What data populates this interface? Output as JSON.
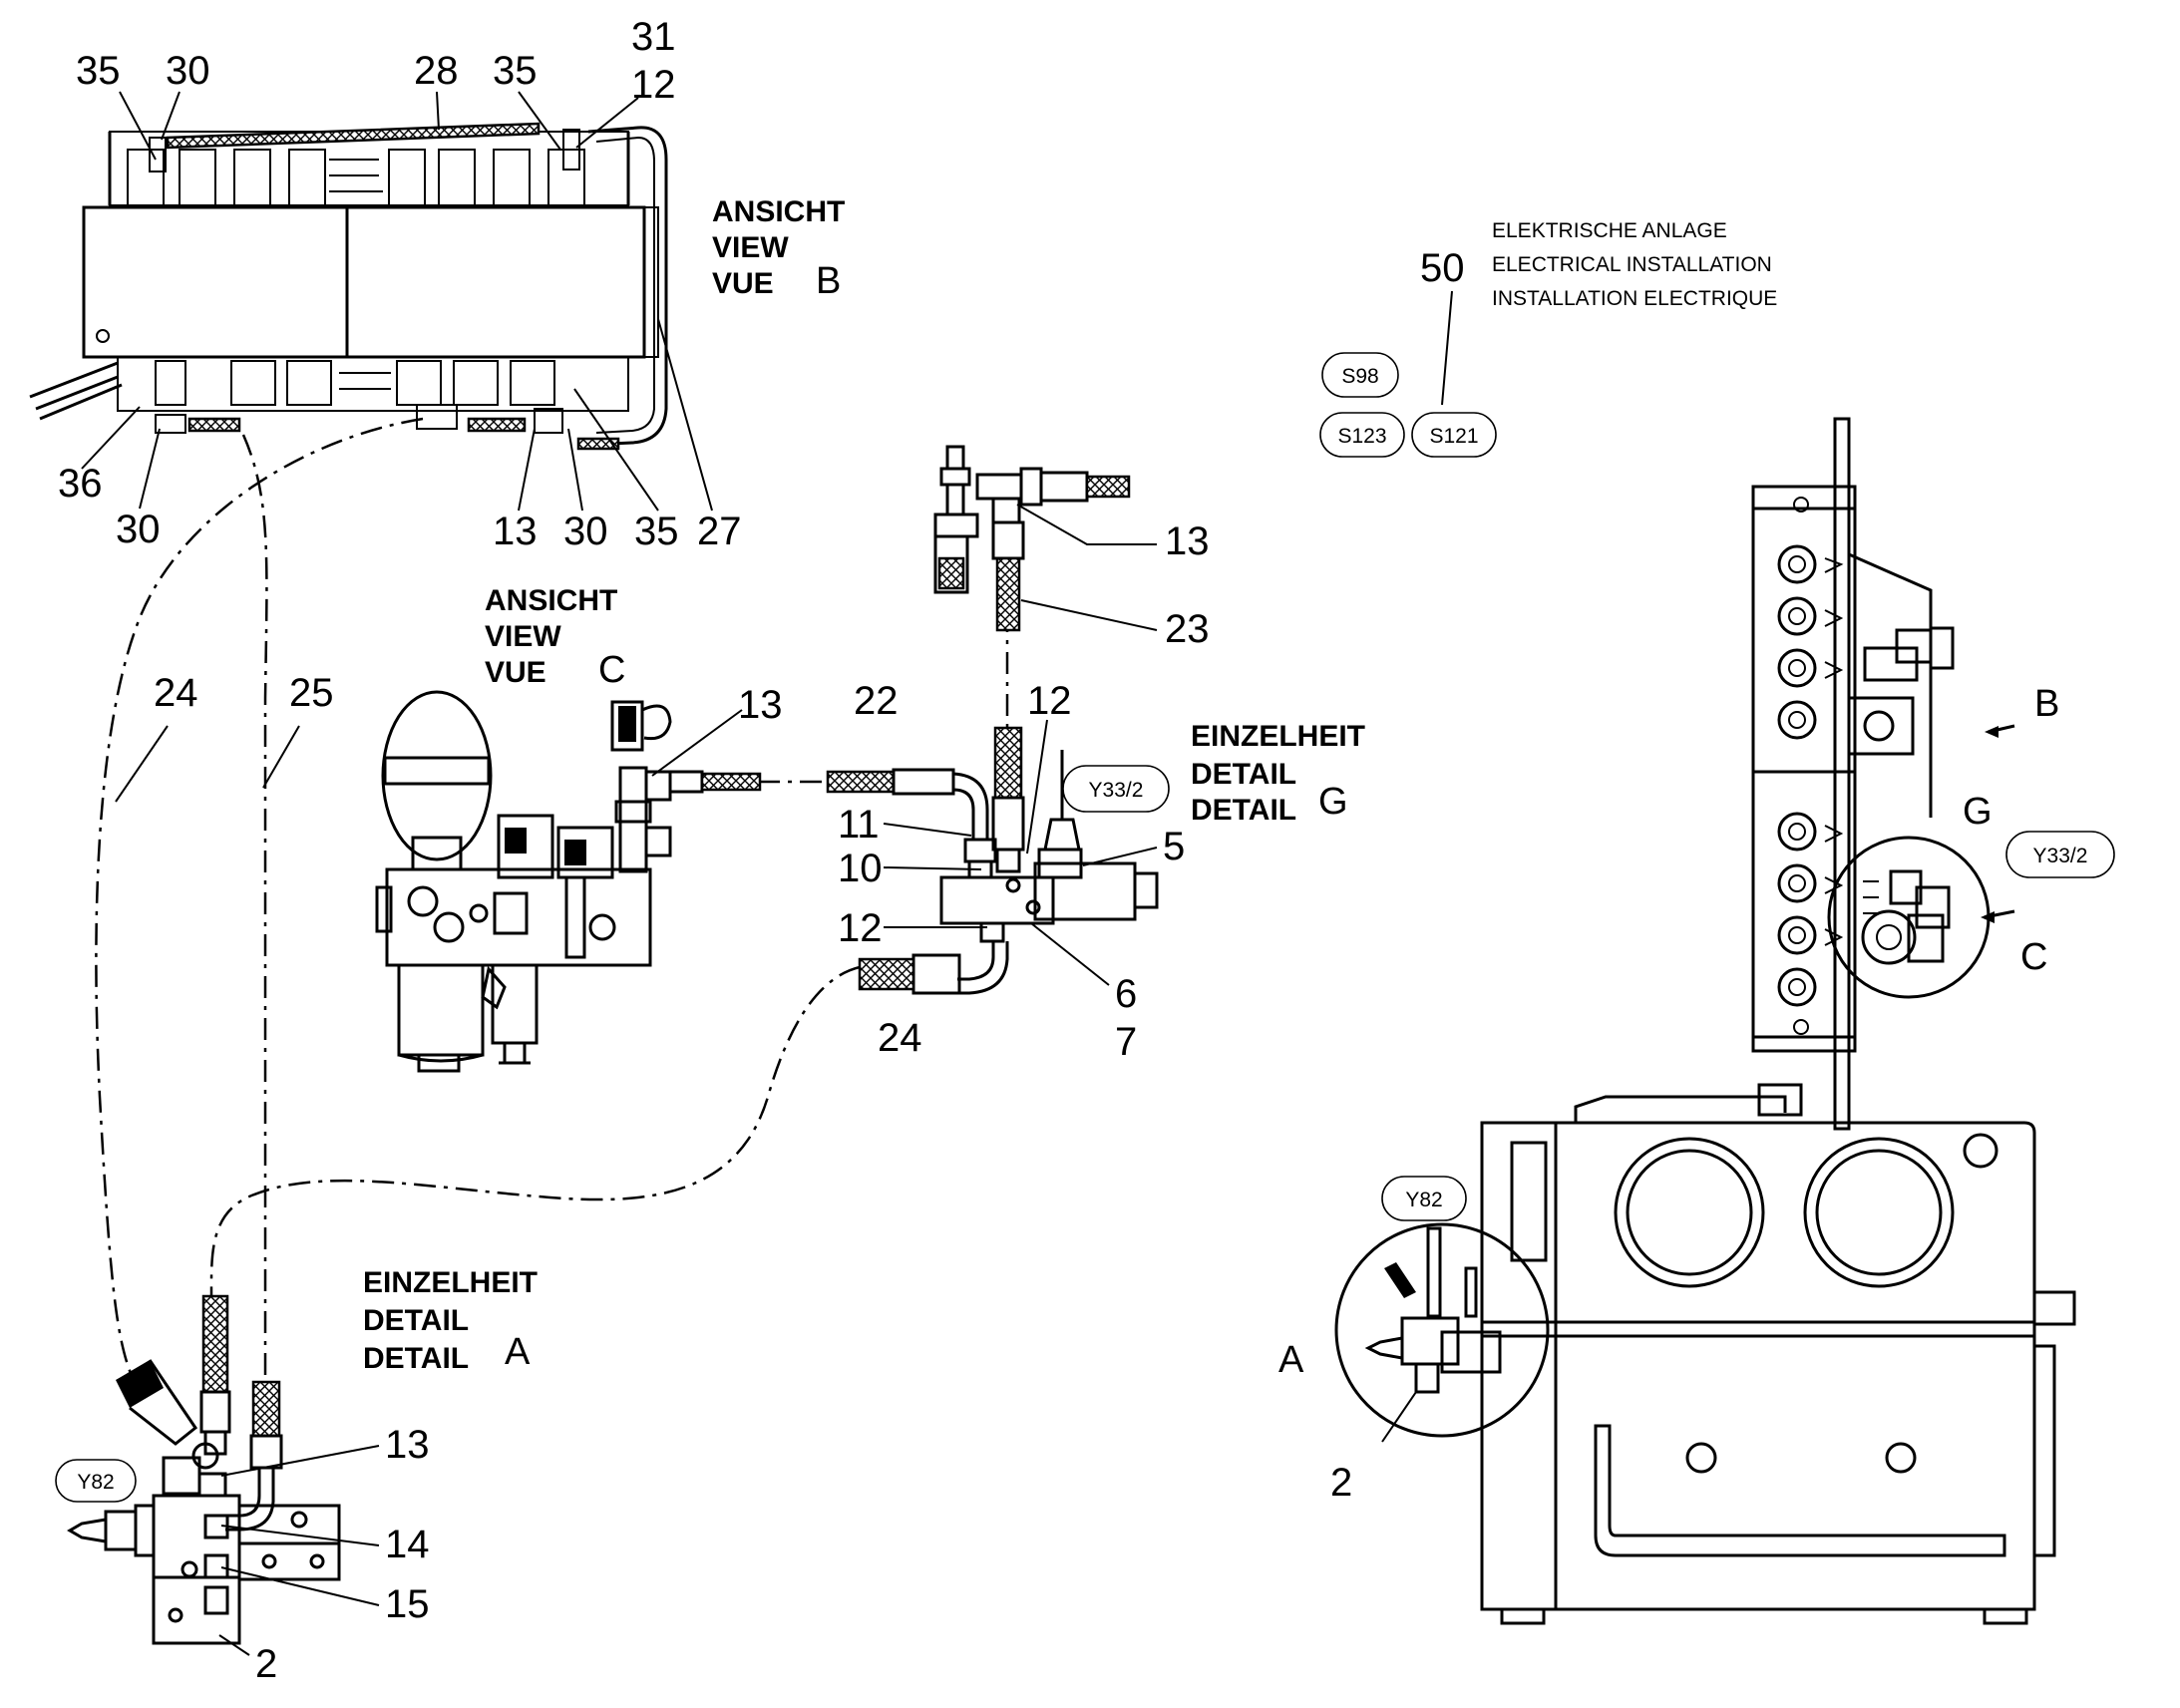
{
  "view_b": {
    "lines": [
      "ANSICHT",
      "VIEW",
      "VUE"
    ],
    "letter": "B",
    "callouts": [
      "35",
      "30",
      "28",
      "35",
      "31",
      "12",
      "36",
      "30",
      "13",
      "30",
      "35",
      "27"
    ]
  },
  "view_c": {
    "lines": [
      "ANSICHT",
      "VIEW",
      "VUE"
    ],
    "letter": "C",
    "callouts": [
      "13"
    ]
  },
  "detail_g": {
    "lines": [
      "EINZELHEIT",
      "DETAIL",
      "DETAIL"
    ],
    "letter": "G",
    "callouts": [
      "13",
      "23",
      "22",
      "12",
      "11",
      "10",
      "12",
      "5",
      "6",
      "7",
      "24"
    ],
    "tag": "Y33/2"
  },
  "detail_a": {
    "lines": [
      "EINZELHEIT",
      "DETAIL",
      "DETAIL"
    ],
    "letter": "A",
    "callouts": [
      "13",
      "14",
      "15",
      "2"
    ],
    "tag": "Y82"
  },
  "hoses": {
    "callouts": [
      "24",
      "25"
    ]
  },
  "electrical": {
    "number": "50",
    "lines": [
      "ELEKTRISCHE ANLAGE",
      "ELECTRICAL INSTALLATION",
      "INSTALLATION ELECTRIQUE"
    ],
    "tags": [
      "S98",
      "S123",
      "S121"
    ]
  },
  "overview": {
    "letters": [
      "B",
      "G",
      "C",
      "A"
    ],
    "tags": [
      "Y33/2",
      "Y82"
    ],
    "callouts": [
      "2"
    ]
  }
}
